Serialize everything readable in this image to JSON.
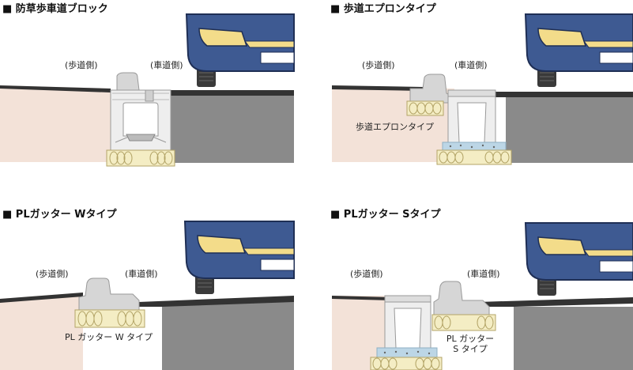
{
  "panels": [
    {
      "title": "■ 防草歩車道ブロック",
      "sidewalk_label": "(歩道側)",
      "roadway_label": "(車道側)"
    },
    {
      "title": "■ 歩道エプロンタイプ",
      "sidewalk_label": "(歩道側)",
      "roadway_label": "(車道側)",
      "component_label": "歩道エプロンタイプ"
    },
    {
      "title": "■ PLガッター Wタイプ",
      "sidewalk_label": "(歩道側)",
      "roadway_label": "(車道側)",
      "component_label": "PL ガッター W タイプ"
    },
    {
      "title": "■ PLガッター Sタイプ",
      "sidewalk_label": "(歩道側)",
      "roadway_label": "(車道側)",
      "component_label_line1": "PL ガッター",
      "component_label_line2": "S タイプ"
    }
  ],
  "colors": {
    "sidewalk_soil": "#f3e2d8",
    "road_base": "#8a8a8a",
    "asphalt": "#333333",
    "concrete": "#d6d6d6",
    "concrete_light": "#eeeeee",
    "foundation": "#f4edc4",
    "gravel": "#bcd6e6",
    "car_body": "#3e5a92",
    "car_light": "#f3dc8a",
    "tire": "#3a3a3a"
  }
}
